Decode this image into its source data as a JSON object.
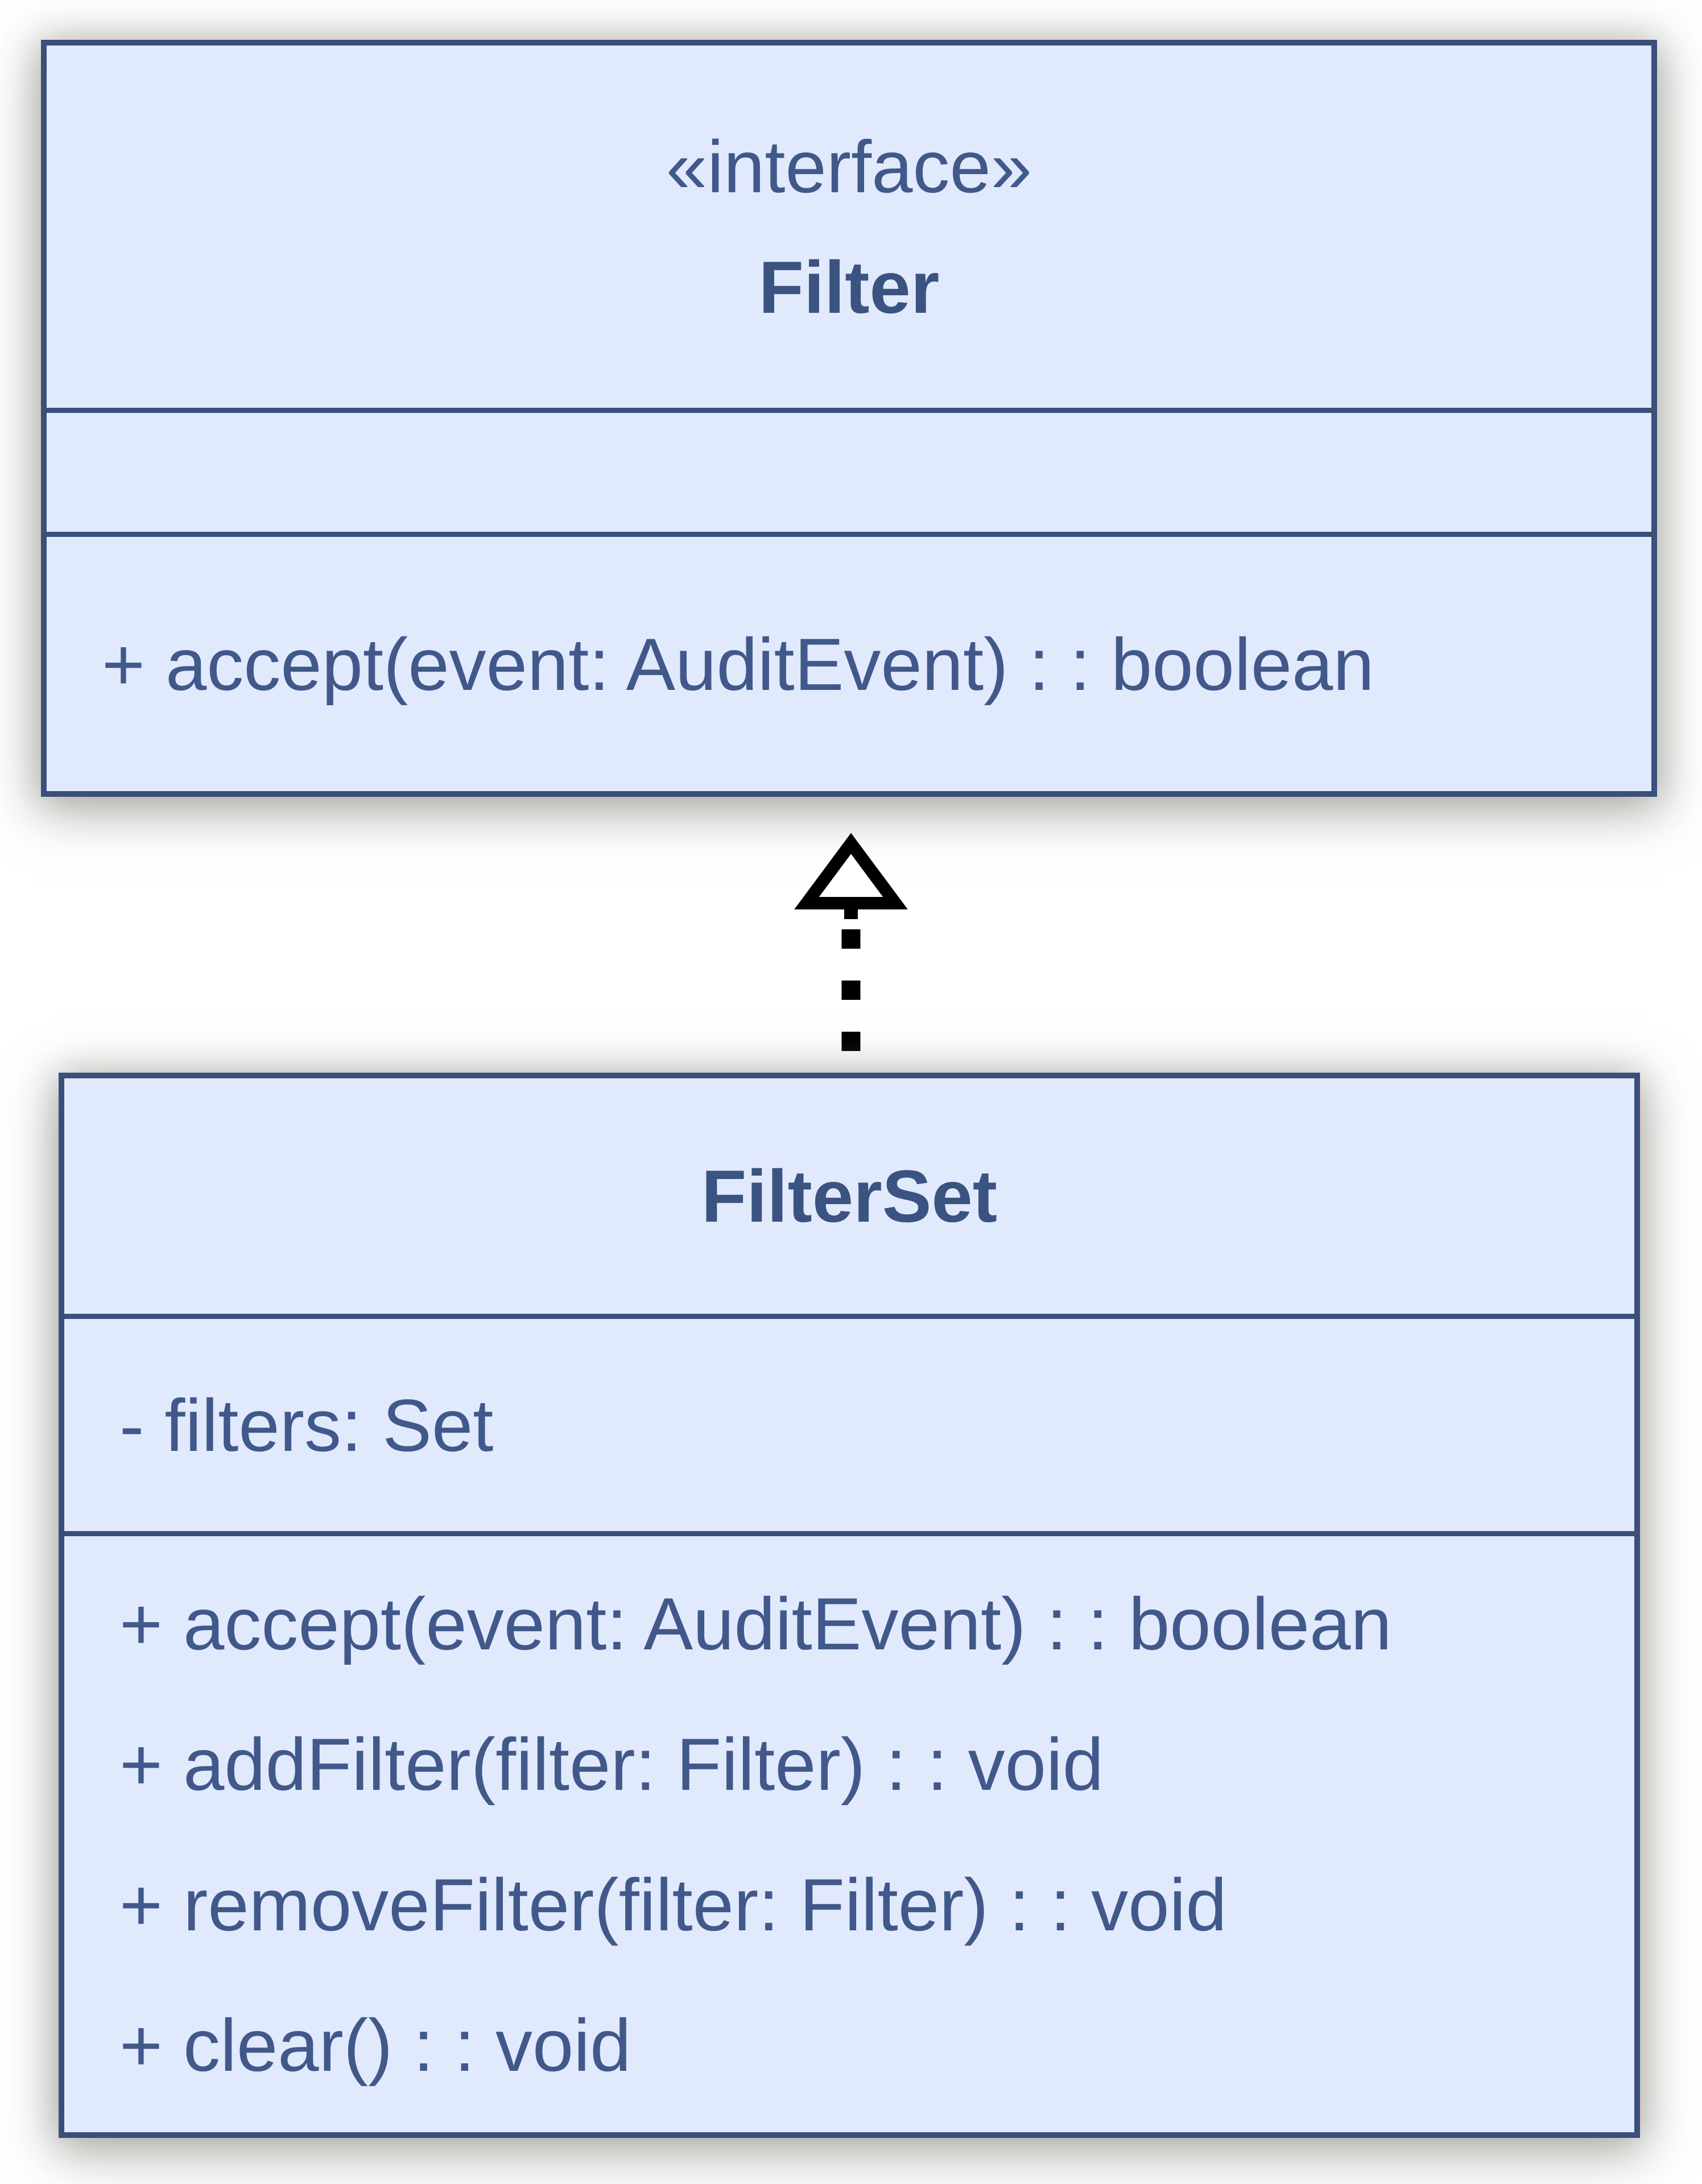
{
  "diagram": {
    "type": "uml-class-diagram",
    "colors": {
      "box_fill": "#e1e9fc",
      "box_border": "#3a4f7a",
      "member_text": "#41588a",
      "title_text": "#3b5380",
      "arrow": "#000000",
      "background": "#ffffff"
    },
    "relationships": [
      {
        "from": "FilterSet",
        "to": "Filter",
        "type": "realization",
        "line_style": "dashed",
        "arrowhead": "hollow-triangle"
      }
    ]
  },
  "classes": {
    "filter": {
      "stereotype": "«interface»",
      "name": "Filter",
      "attributes": [],
      "methods": [
        "+ accept(event: AuditEvent) : : boolean"
      ]
    },
    "filterset": {
      "name": "FilterSet",
      "attributes": [
        "- filters: Set"
      ],
      "methods": [
        "+ accept(event: AuditEvent) : : boolean",
        "+ addFilter(filter: Filter) : : void",
        "+ removeFilter(filter: Filter) : : void",
        "+ clear() : : void"
      ]
    }
  }
}
